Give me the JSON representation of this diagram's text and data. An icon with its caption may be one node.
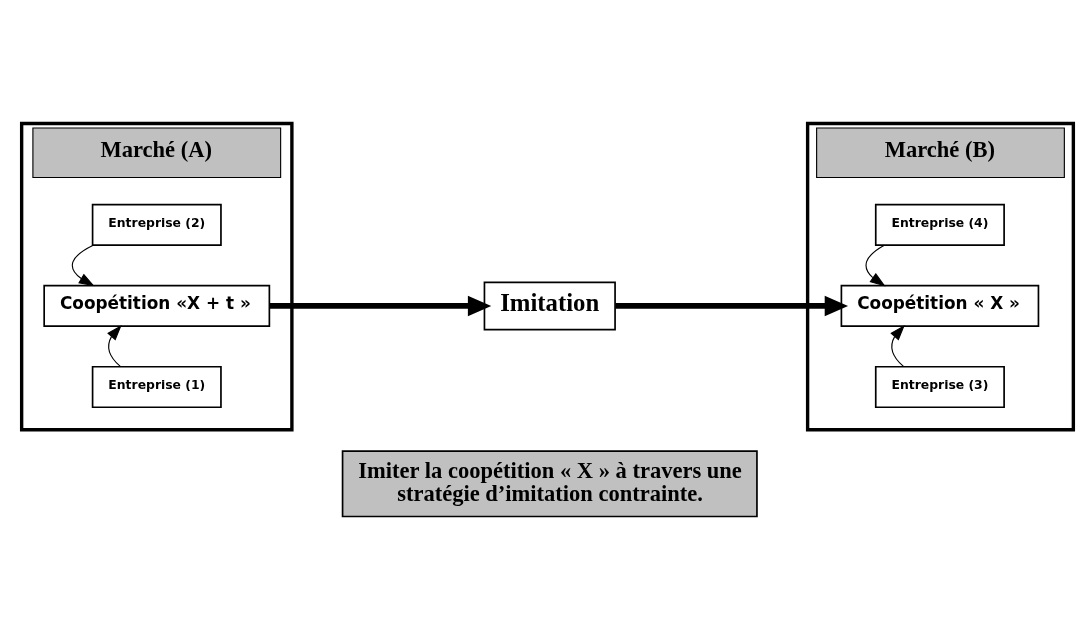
{
  "diagram": {
    "nodes": [
      {
        "text": [
          "Marché (A)"
        ]
      },
      {
        "text": [
          "Entreprise (1)"
        ],
        "in": 0
      },
      {
        "text": [
          "Coopétition «X + t »"
        ],
        "in": 0
      },
      {
        "text": [
          "Entreprise (2)"
        ],
        "in": 0
      },
      {
        "text": [
          "Imitation"
        ]
      },
      {
        "text": [
          "Marché (B)"
        ]
      },
      {
        "text": [
          "Entreprise (3)"
        ],
        "in": 5
      },
      {
        "text": [
          "Coopétition « X »"
        ],
        "in": 5
      },
      {
        "text": [
          "Entreprise (4)"
        ],
        "in": 5
      },
      {
        "text": [
          "Imiter la coopétition « X » à travers une stratégie d’imitation contrainte."
        ]
      }
    ],
    "edges": [
      {
        "from": 1,
        "to": 2,
        "arrow": "to"
      },
      {
        "from": 3,
        "to": 2,
        "arrow": "to"
      },
      {
        "from": 2,
        "to": 4,
        "arrow": "to",
        "style": "thick"
      },
      {
        "from": 4,
        "to": 7,
        "arrow": "to",
        "style": "thick"
      },
      {
        "from": 6,
        "to": 7,
        "arrow": "to"
      },
      {
        "from": 8,
        "to": 7,
        "arrow": "to"
      }
    ]
  }
}
